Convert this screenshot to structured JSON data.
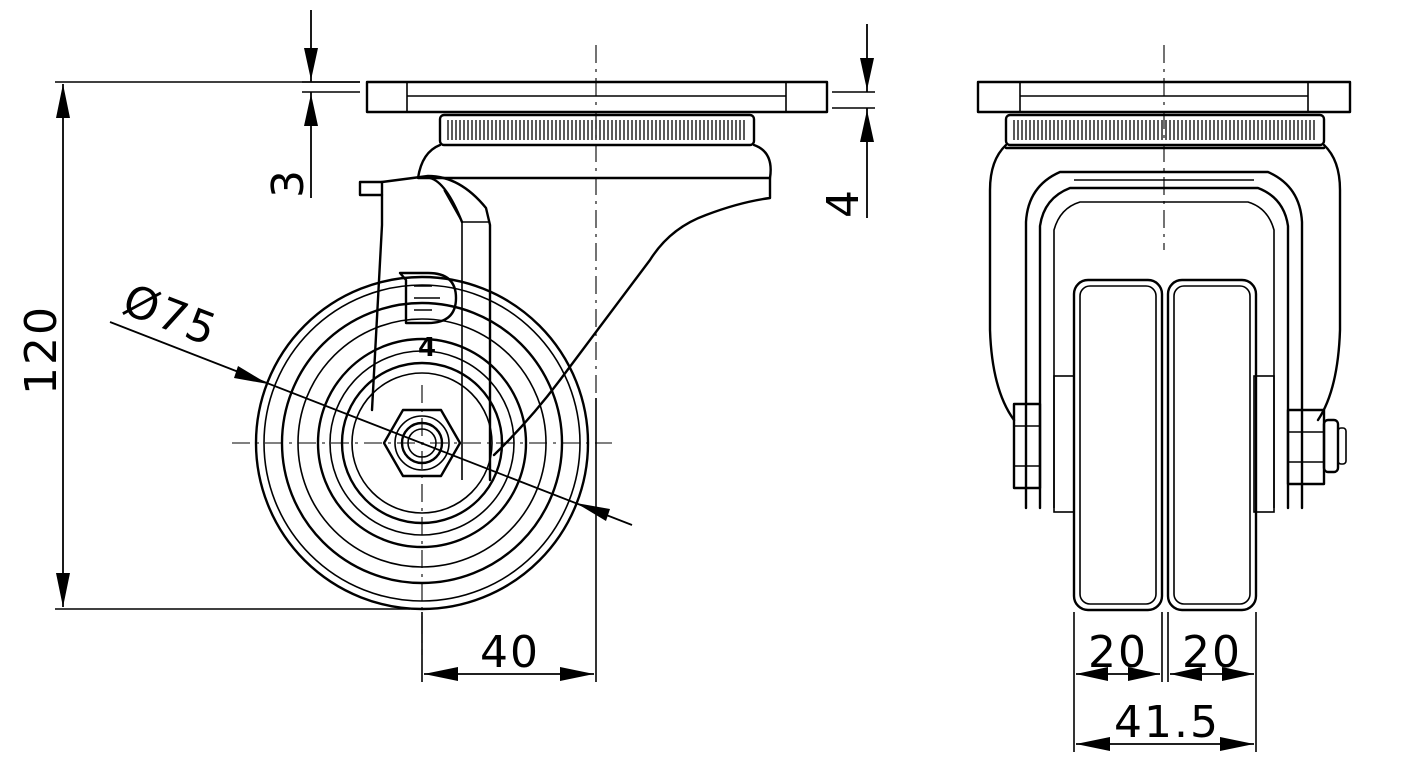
{
  "dimensions": {
    "height_total": "120",
    "top_plate_left": "3",
    "top_plate_right": "4",
    "wheel_diameter": "Ø75",
    "offset": "40",
    "wheel_width_left": "20",
    "wheel_width_right": "20",
    "overall_width": "41.5"
  },
  "markings": {
    "logo": "D",
    "load_class": "4"
  },
  "colors": {
    "line": "#000000",
    "background": "#ffffff"
  }
}
